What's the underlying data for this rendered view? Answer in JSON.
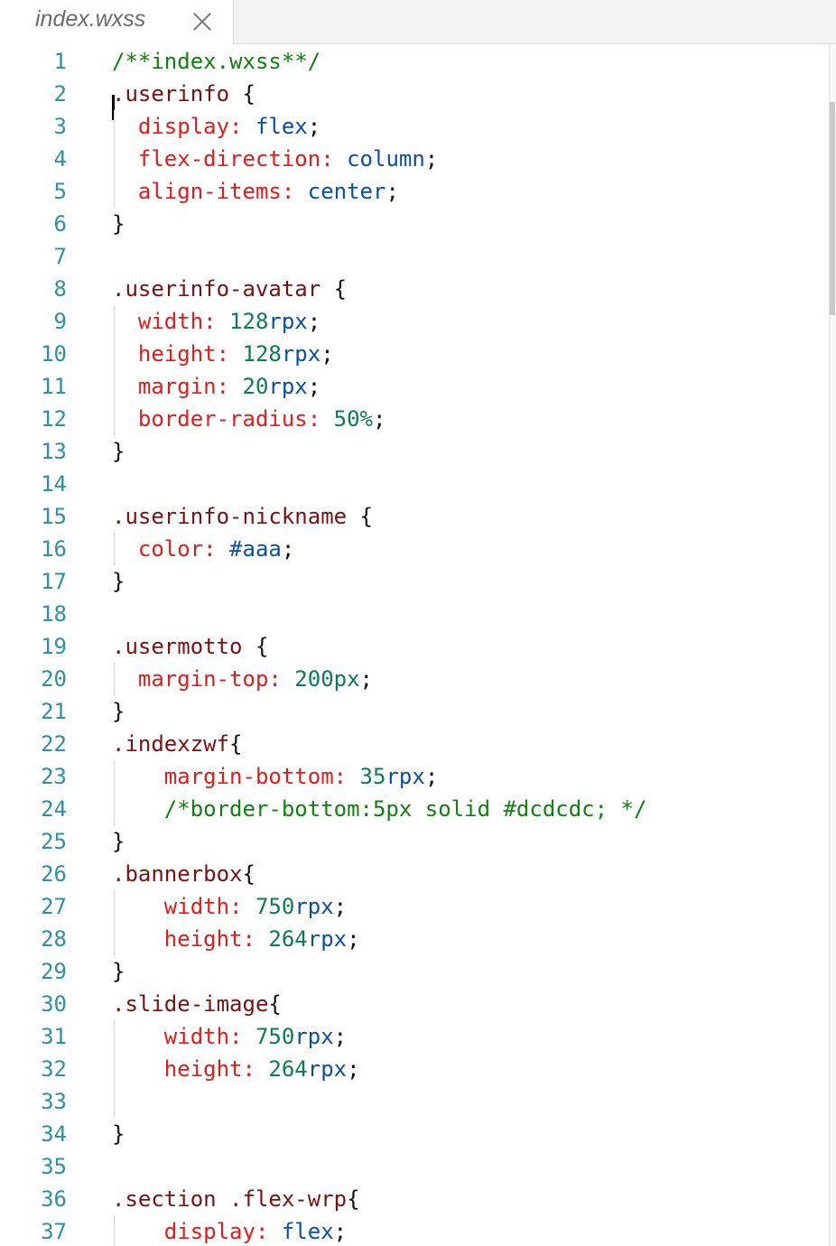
{
  "tab": {
    "title": "index.wxss"
  },
  "colors": {
    "comment": "#108010",
    "selector": "#7a1111",
    "property": "#e21b1b",
    "keyword_value": "#0a4fa6",
    "number": "#0d7a52",
    "punct": "#111111",
    "line_number": "#2f8fa4"
  },
  "editor": {
    "lines": [
      {
        "n": "1",
        "tokens": [
          {
            "t": "/**index.wxss**/",
            "c": "comment"
          }
        ]
      },
      {
        "n": "2",
        "tokens": [
          {
            "t": ".userinfo ",
            "c": "selector"
          },
          {
            "t": "{",
            "c": "punct"
          }
        ]
      },
      {
        "n": "3",
        "tokens": [
          {
            "t": "  display: ",
            "c": "property"
          },
          {
            "t": "flex",
            "c": "keyword_value"
          },
          {
            "t": ";",
            "c": "punct"
          }
        ]
      },
      {
        "n": "4",
        "tokens": [
          {
            "t": "  flex-direction: ",
            "c": "property"
          },
          {
            "t": "column",
            "c": "keyword_value"
          },
          {
            "t": ";",
            "c": "punct"
          }
        ]
      },
      {
        "n": "5",
        "tokens": [
          {
            "t": "  align-items: ",
            "c": "property"
          },
          {
            "t": "center",
            "c": "keyword_value"
          },
          {
            "t": ";",
            "c": "punct"
          }
        ]
      },
      {
        "n": "6",
        "tokens": [
          {
            "t": "}",
            "c": "punct"
          }
        ]
      },
      {
        "n": "7",
        "tokens": []
      },
      {
        "n": "8",
        "tokens": [
          {
            "t": ".userinfo-avatar ",
            "c": "selector"
          },
          {
            "t": "{",
            "c": "punct"
          }
        ]
      },
      {
        "n": "9",
        "tokens": [
          {
            "t": "  width: ",
            "c": "property"
          },
          {
            "t": "128",
            "c": "number"
          },
          {
            "t": "rpx",
            "c": "keyword_value"
          },
          {
            "t": ";",
            "c": "punct"
          }
        ]
      },
      {
        "n": "10",
        "tokens": [
          {
            "t": "  height: ",
            "c": "property"
          },
          {
            "t": "128",
            "c": "number"
          },
          {
            "t": "rpx",
            "c": "keyword_value"
          },
          {
            "t": ";",
            "c": "punct"
          }
        ]
      },
      {
        "n": "11",
        "tokens": [
          {
            "t": "  margin: ",
            "c": "property"
          },
          {
            "t": "20",
            "c": "number"
          },
          {
            "t": "rpx",
            "c": "keyword_value"
          },
          {
            "t": ";",
            "c": "punct"
          }
        ]
      },
      {
        "n": "12",
        "tokens": [
          {
            "t": "  border-radius: ",
            "c": "property"
          },
          {
            "t": "50%",
            "c": "number"
          },
          {
            "t": ";",
            "c": "punct"
          }
        ]
      },
      {
        "n": "13",
        "tokens": [
          {
            "t": "}",
            "c": "punct"
          }
        ]
      },
      {
        "n": "14",
        "tokens": []
      },
      {
        "n": "15",
        "tokens": [
          {
            "t": ".userinfo-nickname ",
            "c": "selector"
          },
          {
            "t": "{",
            "c": "punct"
          }
        ]
      },
      {
        "n": "16",
        "tokens": [
          {
            "t": "  color: ",
            "c": "property"
          },
          {
            "t": "#aaa",
            "c": "keyword_value"
          },
          {
            "t": ";",
            "c": "punct"
          }
        ]
      },
      {
        "n": "17",
        "tokens": [
          {
            "t": "}",
            "c": "punct"
          }
        ]
      },
      {
        "n": "18",
        "tokens": []
      },
      {
        "n": "19",
        "tokens": [
          {
            "t": ".usermotto ",
            "c": "selector"
          },
          {
            "t": "{",
            "c": "punct"
          }
        ]
      },
      {
        "n": "20",
        "tokens": [
          {
            "t": "  margin-top: ",
            "c": "property"
          },
          {
            "t": "200px",
            "c": "number"
          },
          {
            "t": ";",
            "c": "punct"
          }
        ]
      },
      {
        "n": "21",
        "tokens": [
          {
            "t": "}",
            "c": "punct"
          }
        ]
      },
      {
        "n": "22",
        "tokens": [
          {
            "t": ".indexzwf",
            "c": "selector"
          },
          {
            "t": "{",
            "c": "punct"
          }
        ]
      },
      {
        "n": "23",
        "tokens": [
          {
            "t": "    margin-bottom: ",
            "c": "property"
          },
          {
            "t": "35",
            "c": "number"
          },
          {
            "t": "rpx",
            "c": "keyword_value"
          },
          {
            "t": ";",
            "c": "punct"
          }
        ]
      },
      {
        "n": "24",
        "tokens": [
          {
            "t": "    /*border-bottom:5px solid #dcdcdc; */",
            "c": "comment"
          }
        ]
      },
      {
        "n": "25",
        "tokens": [
          {
            "t": "}",
            "c": "punct"
          }
        ]
      },
      {
        "n": "26",
        "tokens": [
          {
            "t": ".bannerbox",
            "c": "selector"
          },
          {
            "t": "{",
            "c": "punct"
          }
        ]
      },
      {
        "n": "27",
        "tokens": [
          {
            "t": "    width: ",
            "c": "property"
          },
          {
            "t": "750",
            "c": "number"
          },
          {
            "t": "rpx",
            "c": "keyword_value"
          },
          {
            "t": ";",
            "c": "punct"
          }
        ]
      },
      {
        "n": "28",
        "tokens": [
          {
            "t": "    height: ",
            "c": "property"
          },
          {
            "t": "264",
            "c": "number"
          },
          {
            "t": "rpx",
            "c": "keyword_value"
          },
          {
            "t": ";",
            "c": "punct"
          }
        ]
      },
      {
        "n": "29",
        "tokens": [
          {
            "t": "}",
            "c": "punct"
          }
        ]
      },
      {
        "n": "30",
        "tokens": [
          {
            "t": ".slide-image",
            "c": "selector"
          },
          {
            "t": "{",
            "c": "punct"
          }
        ]
      },
      {
        "n": "31",
        "tokens": [
          {
            "t": "    width: ",
            "c": "property"
          },
          {
            "t": "750",
            "c": "number"
          },
          {
            "t": "rpx",
            "c": "keyword_value"
          },
          {
            "t": ";",
            "c": "punct"
          }
        ]
      },
      {
        "n": "32",
        "tokens": [
          {
            "t": "    height: ",
            "c": "property"
          },
          {
            "t": "264",
            "c": "number"
          },
          {
            "t": "rpx",
            "c": "keyword_value"
          },
          {
            "t": ";",
            "c": "punct"
          }
        ]
      },
      {
        "n": "33",
        "tokens": []
      },
      {
        "n": "34",
        "tokens": [
          {
            "t": "}",
            "c": "punct"
          }
        ]
      },
      {
        "n": "35",
        "tokens": []
      },
      {
        "n": "36",
        "tokens": [
          {
            "t": ".section .flex-wrp",
            "c": "selector"
          },
          {
            "t": "{",
            "c": "punct"
          }
        ]
      },
      {
        "n": "37",
        "tokens": [
          {
            "t": "    display: ",
            "c": "property"
          },
          {
            "t": "flex",
            "c": "keyword_value"
          },
          {
            "t": ";",
            "c": "punct"
          }
        ]
      }
    ]
  }
}
